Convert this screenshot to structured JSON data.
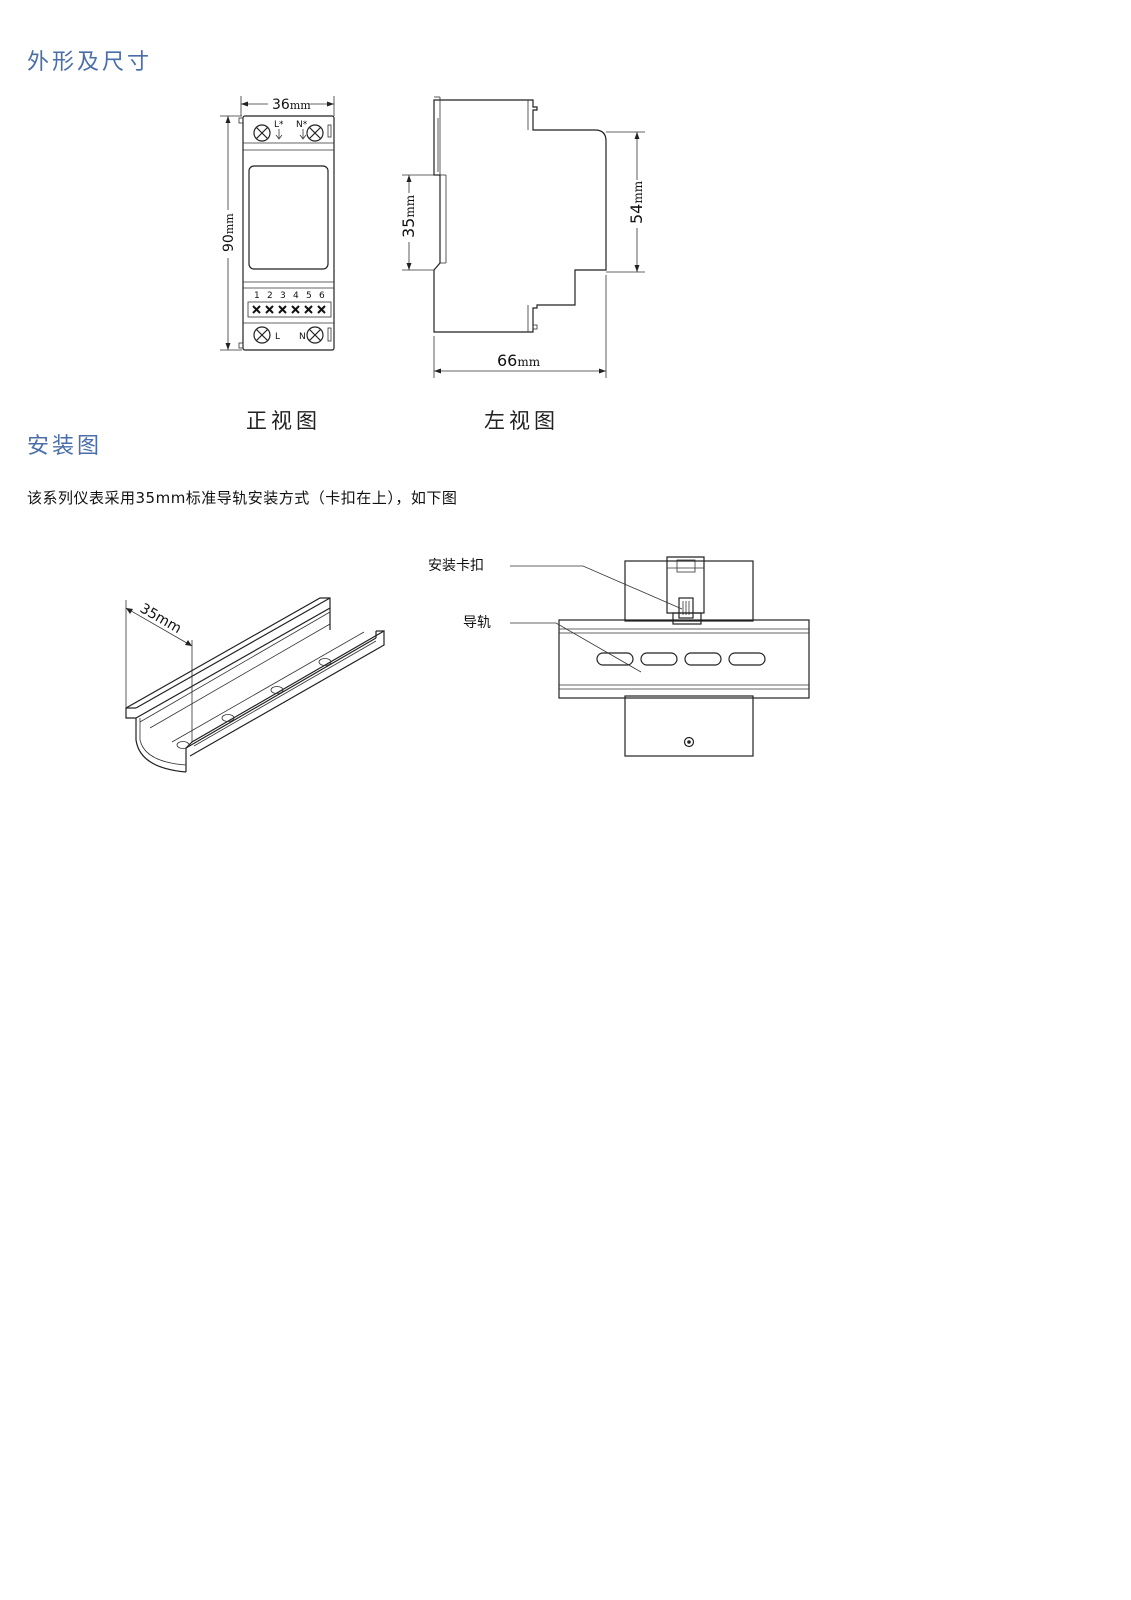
{
  "headings": {
    "dimensions": "外形及尺寸",
    "installation": "安装图"
  },
  "captions": {
    "front_view": "正视图",
    "left_view": "左视图"
  },
  "description": "该系列仪表采用35mm标准导轨安装方式（卡扣在上），如下图",
  "front_view": {
    "width_label": "36",
    "height_label": "90",
    "unit": "mm",
    "top_terminals": [
      "L*",
      "N*"
    ],
    "terminal_numbers": [
      "1",
      "2",
      "3",
      "4",
      "5",
      "6"
    ],
    "bottom_terminals": [
      "L",
      "N"
    ]
  },
  "left_view": {
    "width_label": "66",
    "rail_height_label": "35",
    "body_height_label": "54",
    "unit": "mm"
  },
  "rail_diagram": {
    "width_label": "35mm"
  },
  "mounting_diagram": {
    "clip_label": "安装卡扣",
    "rail_label": "导轨"
  }
}
